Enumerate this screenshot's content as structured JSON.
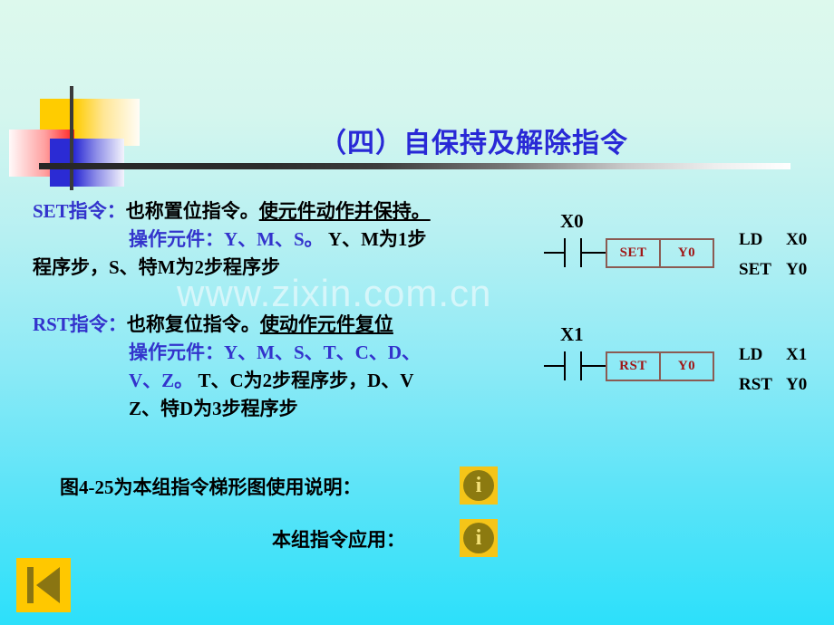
{
  "slide": {
    "title": "（四）自保持及解除指令",
    "watermark": "www.zixin.com.cn"
  },
  "set_block": {
    "line1_keyword": "SET指令：",
    "line1_plain": "也称置位指令。",
    "line1_underline": "使元件动作并保持。",
    "line2_blue": "操作元件：Y、M、S。",
    "line2_black": " Y、M为1步",
    "line3_black": "程序步，S、特M为2步程序步"
  },
  "rst_block": {
    "line1_keyword": "RST指令：",
    "line1_plain": "也称复位指令。",
    "line1_underline": "使动作元件复位",
    "line2_blue": "操作元件：Y、M、S、T、C、D、",
    "line3_blue": "V、Z。",
    "line3_black": " T、C为2步程序步，D、V",
    "line4_black": "Z、特D为3步程序步"
  },
  "ladder_set": {
    "contact_label": "X0",
    "box_instruction": "SET",
    "box_operand": "Y0"
  },
  "ladder_rst": {
    "contact_label": "X1",
    "box_instruction": "RST",
    "box_operand": "Y0"
  },
  "mnemonics_set": {
    "row1_op": "LD",
    "row1_arg": "X0",
    "row2_op": "SET",
    "row2_arg": "Y0"
  },
  "mnemonics_rst": {
    "row1_op": "LD",
    "row1_arg": "X1",
    "row2_op": "RST",
    "row2_arg": "Y0"
  },
  "notes": {
    "note1": "图4-25为本组指令梯形图使用说明：",
    "note2": "本组指令应用：",
    "info_glyph": "i"
  },
  "colors": {
    "title_blue": "#2929d6",
    "text_blue": "#3333cc",
    "instruction_red": "#a01818",
    "box_border": "#8b5b53",
    "icon_gold": "#f5c518",
    "icon_disc": "#8c7a10",
    "nav_gold": "#ffc800",
    "nav_glyph": "#8a7512",
    "bg_top": "#ddf9ed",
    "bg_bottom": "#2ce0fa"
  }
}
